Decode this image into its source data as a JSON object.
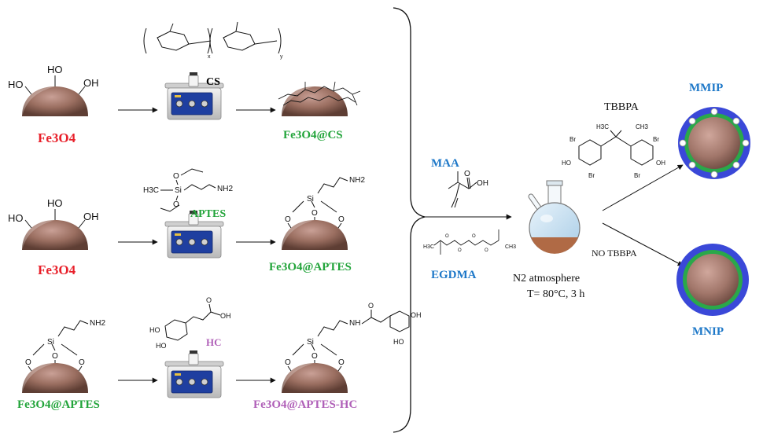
{
  "rows": [
    {
      "start_label": "Fe3O4",
      "start_groups": [
        "HO",
        "HO",
        "OH"
      ],
      "reagent_label": "CS",
      "reagent_subscripts": [
        "x",
        "y"
      ],
      "product_label": "Fe3O4@CS"
    },
    {
      "start_label": "Fe3O4",
      "start_groups": [
        "HO",
        "HO",
        "OH"
      ],
      "reagent_label": "APTES",
      "reagent_atoms": [
        "H3C",
        "Si",
        "O",
        "NH2"
      ],
      "product_label": "Fe3O4@APTES",
      "product_atoms": [
        "Si",
        "NH2",
        "O",
        "O",
        "O"
      ]
    },
    {
      "start_label": "Fe3O4@APTES",
      "start_atoms": [
        "Si",
        "NH2",
        "O",
        "O",
        "O"
      ],
      "reagent_label": "HC",
      "reagent_atoms": [
        "OH",
        "HO",
        "HO",
        "O"
      ],
      "product_label": "Fe3O4@APTES-HC",
      "product_atoms": [
        "Si",
        "NH",
        "O",
        "OH",
        "HO"
      ]
    }
  ],
  "monomers": {
    "maa_label": "MAA",
    "maa_atoms": [
      "OH",
      "O"
    ],
    "egdma_label": "EGDMA",
    "egdma_atoms": [
      "H3C",
      "O",
      "CH3"
    ]
  },
  "conditions": {
    "atmosphere": "N2 atmosphere",
    "temp_time": "T= 80°C, 3 h"
  },
  "template": {
    "label": "TBBPA",
    "atoms": [
      "H3C",
      "CH3",
      "Br",
      "HO",
      "Br",
      "Br",
      "OH",
      "Br"
    ]
  },
  "outputs": {
    "mmip_label": "MMIP",
    "mnip_label": "MNIP",
    "no_template_label": "NO TBBPA"
  },
  "colors": {
    "fe3o4": "#e8202a",
    "cs": "#22a43a",
    "hc": "#b060b8",
    "polymer": "#1e78c8",
    "particle": "#9a6e60",
    "shell_blue": "#3a48d8",
    "shell_green": "#2aa84a"
  }
}
